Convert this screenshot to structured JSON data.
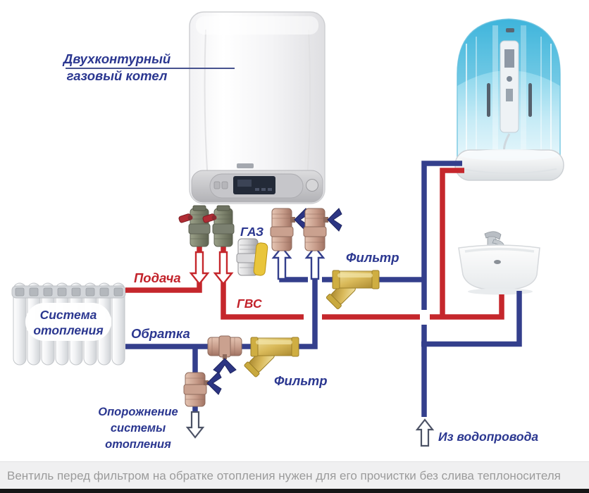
{
  "colors": {
    "hot_pipe": "#c5272c",
    "cold_pipe": "#343f8c",
    "label_blue": "#2b3790",
    "label_red": "#c2222a",
    "gas_yellow": "#e9c53b",
    "brass": "#d4b050",
    "arrow_outline": "#4d5366",
    "caption_bg": "#f0f0f1",
    "caption_text": "#9b9b9b"
  },
  "diagram": {
    "boiler_label_line1": "Двухконтурный",
    "boiler_label_line2": "газовый котел",
    "gas_label": "ГАЗ",
    "filter_cold_label": "Фильтр",
    "filter_return_label": "Фильтр",
    "supply_label": "Подача",
    "dhw_label": "ГВС",
    "return_label": "Обратка",
    "radiator_label_line1": "Система",
    "radiator_label_line2": "отопления",
    "drain_label_line1": "Опорожнение",
    "drain_label_line2": "системы",
    "drain_label_line3": "отопления",
    "water_inlet_label": "Из водопровода"
  },
  "caption": {
    "text": "Вентиль перед фильтром на обратке отопления нужен для его прочистки без слива теплоносителя"
  }
}
